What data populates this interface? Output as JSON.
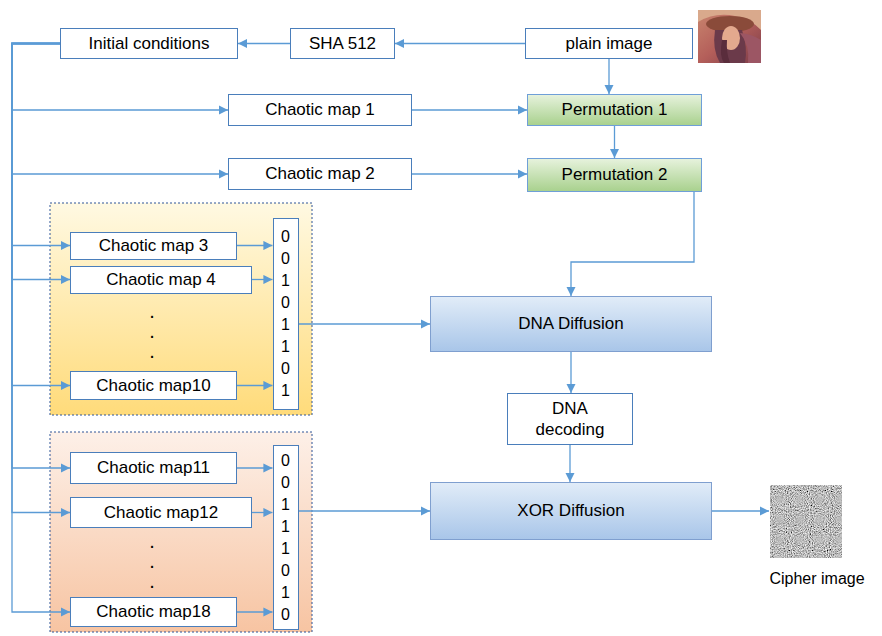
{
  "diagram": {
    "nodes": [
      {
        "text": [
          "Initial conditions"
        ]
      },
      {
        "text": [
          "SHA 512"
        ]
      },
      {
        "text": [
          "plain image"
        ]
      },
      {
        "text": [
          "Chaotic map 1"
        ]
      },
      {
        "text": [
          "Permutation 1"
        ]
      },
      {
        "text": [
          "Chaotic map 2"
        ]
      },
      {
        "text": [
          "Permutation 2"
        ]
      },
      {
        "text": [
          "Chaotic map 3"
        ]
      },
      {
        "text": [
          "Chaotic map 4"
        ]
      },
      {
        "text": [
          "Chaotic map10"
        ]
      },
      {
        "text": [
          "0 0 1 0 1 1 0 1"
        ]
      },
      {
        "text": [
          "DNA Diffusion"
        ]
      },
      {
        "text": [
          "DNA decoding"
        ]
      },
      {
        "text": [
          "Chaotic map11"
        ]
      },
      {
        "text": [
          "Chaotic map12"
        ]
      },
      {
        "text": [
          "Chaotic map18"
        ]
      },
      {
        "text": [
          "0 0 1 1 1 0 1 0"
        ]
      },
      {
        "text": [
          "XOR Diffusion"
        ]
      }
    ],
    "edges": [
      {
        "from": 2,
        "to": 1,
        "arrow": "to"
      },
      {
        "from": 1,
        "to": 0,
        "arrow": "to"
      },
      {
        "from": 0,
        "to": 3,
        "arrow": "to"
      },
      {
        "from": 0,
        "to": 5,
        "arrow": "to"
      },
      {
        "from": 0,
        "to": 7,
        "arrow": "to"
      },
      {
        "from": 0,
        "to": 8,
        "arrow": "to"
      },
      {
        "from": 0,
        "to": 9,
        "arrow": "to"
      },
      {
        "from": 0,
        "to": 13,
        "arrow": "to"
      },
      {
        "from": 0,
        "to": 14,
        "arrow": "to"
      },
      {
        "from": 0,
        "to": 15,
        "arrow": "to"
      },
      {
        "from": 3,
        "to": 4,
        "arrow": "to"
      },
      {
        "from": 2,
        "to": 4,
        "arrow": "to"
      },
      {
        "from": 4,
        "to": 6,
        "arrow": "to"
      },
      {
        "from": 5,
        "to": 6,
        "arrow": "to"
      },
      {
        "from": 7,
        "to": 10,
        "arrow": "to"
      },
      {
        "from": 8,
        "to": 10,
        "arrow": "to"
      },
      {
        "from": 9,
        "to": 10,
        "arrow": "to"
      },
      {
        "from": 10,
        "to": 11,
        "arrow": "to"
      },
      {
        "from": 6,
        "to": 11,
        "arrow": "to"
      },
      {
        "from": 11,
        "to": 12,
        "arrow": "to"
      },
      {
        "from": 12,
        "to": 17,
        "arrow": "to"
      },
      {
        "from": 13,
        "to": 16,
        "arrow": "to"
      },
      {
        "from": 14,
        "to": 16,
        "arrow": "to"
      },
      {
        "from": 15,
        "to": 16,
        "arrow": "to"
      },
      {
        "from": 16,
        "to": 17,
        "arrow": "to"
      }
    ],
    "labels": [
      ".",
      ".",
      ".",
      ".",
      ".",
      ".",
      "Cipher image"
    ]
  }
}
